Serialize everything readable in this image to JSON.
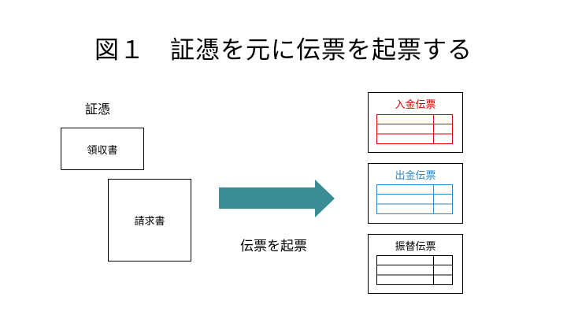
{
  "title": "図１　証憑を元に伝票を起票する",
  "evidence": {
    "heading": "証憑",
    "receipt_label": "領収書",
    "invoice_label": "請求書"
  },
  "arrow_caption": "伝票を起票",
  "arrow_color": "#3a8d95",
  "slips": [
    {
      "title": "入金伝票",
      "color": "#e00000"
    },
    {
      "title": "出金伝票",
      "color": "#2f86c6"
    },
    {
      "title": "振替伝票",
      "color": "#000000"
    }
  ]
}
